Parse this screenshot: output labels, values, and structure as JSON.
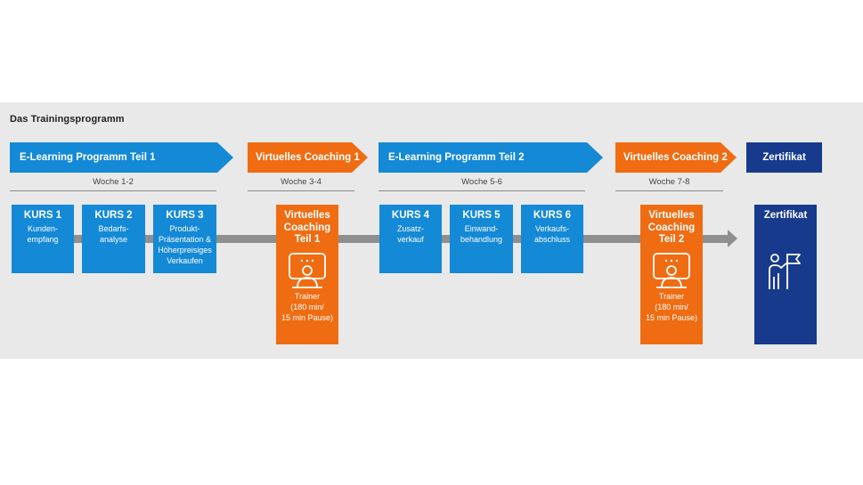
{
  "title": "Das Trainingsprogramm",
  "header": [
    {
      "label": "E-Learning Programm Teil 1",
      "type": "blue"
    },
    {
      "label": "Virtuelles Coaching 1",
      "type": "orange"
    },
    {
      "label": "E-Learning Programm Teil 2",
      "type": "blue"
    },
    {
      "label": "Virtuelles Coaching 2",
      "type": "orange"
    },
    {
      "label": "Zertifikat",
      "type": "cert"
    }
  ],
  "weeks": [
    "Woche 1-2",
    "Woche 3-4",
    "Woche 5-6",
    "Woche 7-8"
  ],
  "courses": [
    {
      "title": "KURS 1",
      "sub": "Kunden-\nempfang"
    },
    {
      "title": "KURS 2",
      "sub": "Bedarfs-\nanalyse"
    },
    {
      "title": "KURS 3",
      "sub": "Produkt-\nPräsentation &\nHöherpreisiges\nVerkaufen"
    },
    {
      "title": "KURS 4",
      "sub": "Zusatz-\nverkauf"
    },
    {
      "title": "KURS 5",
      "sub": "Einwand-\nbehandlung"
    },
    {
      "title": "KURS 6",
      "sub": "Verkaufs-\nabschluss"
    }
  ],
  "coaching": [
    {
      "title": "Virtuelles\nCoaching\nTeil 1",
      "sub": "Trainer\n(180 min/\n15 min Pause)",
      "icon": "trainer-screen-icon"
    },
    {
      "title": "Virtuelles\nCoaching\nTeil 2",
      "sub": "Trainer\n(180 min/\n15 min Pause)",
      "icon": "trainer-screen-icon"
    }
  ],
  "certificate": {
    "title": "Zertifikat",
    "icon": "person-flag-icon"
  },
  "colors": {
    "blue": "#1489d6",
    "orange": "#ef6c12",
    "navy": "#173a8c",
    "panel": "#e9e9e9",
    "timeline": "#8f8f8f"
  }
}
